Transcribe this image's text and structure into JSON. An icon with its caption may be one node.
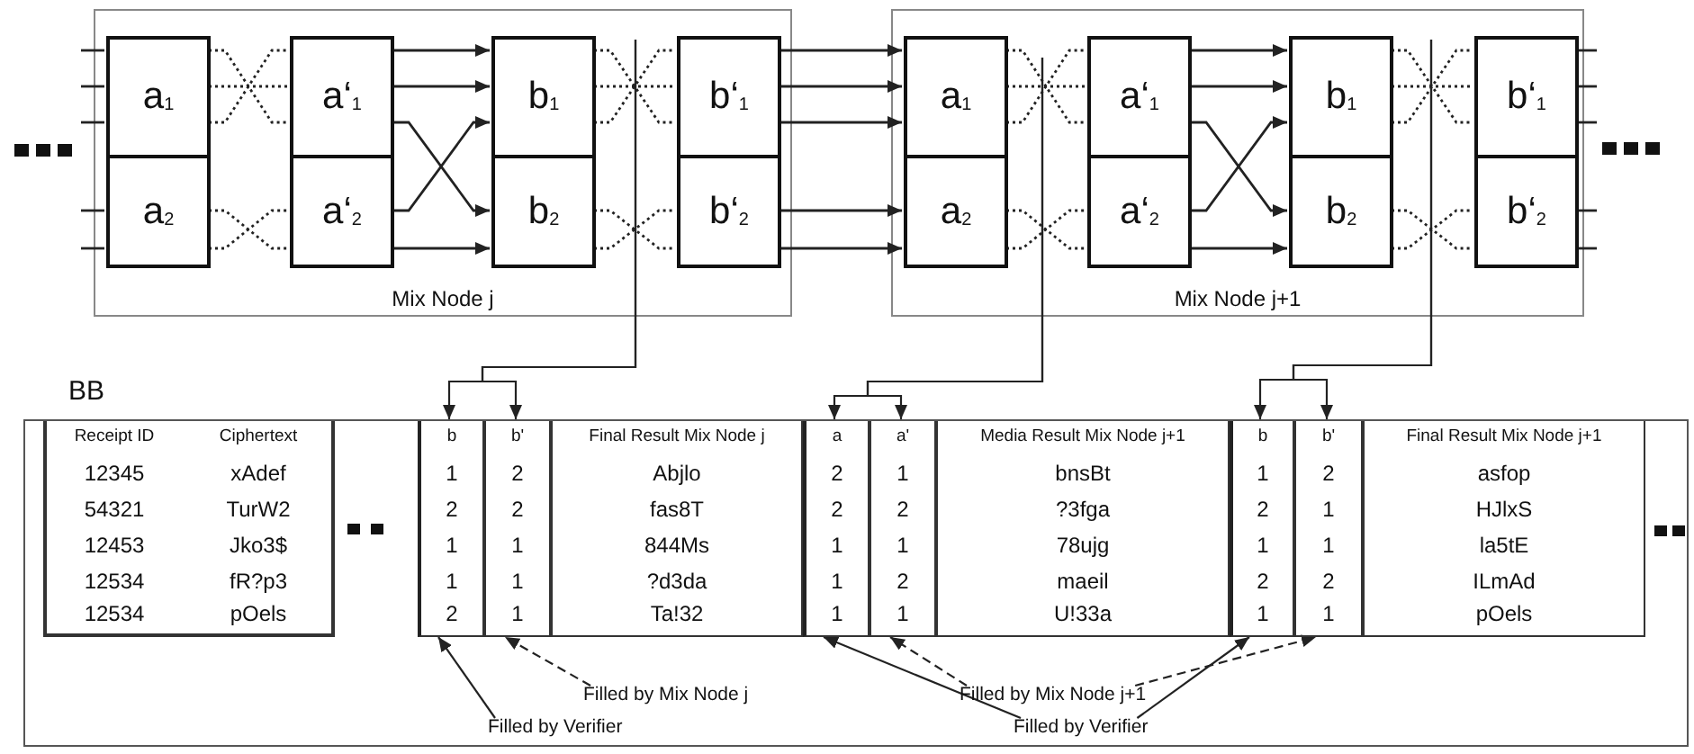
{
  "diagram": {
    "nodes": [
      {
        "text": [
          "Mix Node j"
        ]
      },
      {
        "text": [
          "a$_{1}$"
        ],
        "in": 0
      },
      {
        "text": [
          "a$_{2}$"
        ],
        "in": 0
      },
      {
        "text": [
          "a‘$_{1}$"
        ],
        "in": 0
      },
      {
        "text": [
          "a‘$_{2}$"
        ],
        "in": 0
      },
      {
        "text": [
          "b$_{1}$"
        ],
        "in": 0
      },
      {
        "text": [
          "b$_{2}$"
        ],
        "in": 0
      },
      {
        "text": [
          "b‘$_{1}$"
        ],
        "in": 0
      },
      {
        "text": [
          "b‘$_{2}$"
        ],
        "in": 0
      },
      {
        "text": [
          "Mix Node j+1"
        ]
      },
      {
        "text": [
          "a$_{1}$"
        ],
        "in": 9
      },
      {
        "text": [
          "a$_{2}$"
        ],
        "in": 9
      },
      {
        "text": [
          "a‘$_{1}$"
        ],
        "in": 9
      },
      {
        "text": [
          "a‘$_{2}$"
        ],
        "in": 9
      },
      {
        "text": [
          "b$_{1}$"
        ],
        "in": 9
      },
      {
        "text": [
          "b$_{2}$"
        ],
        "in": 9
      },
      {
        "text": [
          "b‘$_{1}$"
        ],
        "in": 9
      },
      {
        "text": [
          "b‘$_{2}$"
        ],
        "in": 9
      },
      {
        "text": [
          "BB"
        ]
      },
      {
        "text": [
          "Receipt ID",
          "Ciphertext",
          "12345",
          "xAdef",
          "54321",
          "TurW2",
          "12453",
          "Jko3$",
          "12534",
          "fR?p3",
          "12534",
          "pOels"
        ],
        "in": 18
      },
      {
        "text": [
          "b",
          "1",
          "2",
          "1",
          "1",
          "2"
        ],
        "in": 18
      },
      {
        "text": [
          "b'",
          "2",
          "2",
          "1",
          "1",
          "1"
        ],
        "in": 18
      },
      {
        "text": [
          "Final Result Mix Node j",
          "Abjlo",
          "fas8T",
          "844Ms",
          "?d3da",
          "Ta!32"
        ],
        "in": 18
      },
      {
        "text": [
          "a",
          "2",
          "2",
          "1",
          "1",
          "1"
        ],
        "in": 18
      },
      {
        "text": [
          "a'",
          "1",
          "2",
          "1",
          "2",
          "1"
        ],
        "in": 18
      },
      {
        "text": [
          "Media Result Mix Node j+1",
          "bnsBt",
          "?3fga",
          "78ujg",
          "maeil",
          "U!33a"
        ],
        "in": 18
      },
      {
        "text": [
          "b",
          "1",
          "2",
          "1",
          "2",
          "1"
        ],
        "in": 18
      },
      {
        "text": [
          "b'",
          "2",
          "1",
          "1",
          "2",
          "1"
        ],
        "in": 18
      },
      {
        "text": [
          "Final Result Mix Node j+1",
          "asfop",
          "HJlxS",
          "la5tE",
          "ILmAd",
          "pOels"
        ],
        "in": 18
      },
      {
        "text": [
          "Filled by Mix Node j"
        ],
        "in": 18
      },
      {
        "text": [
          "Filled by Verifier"
        ],
        "in": 18
      },
      {
        "text": [
          "Filled by Mix Node j+1"
        ],
        "in": 18
      },
      {
        "text": [
          "Filled by Verifier"
        ],
        "in": 18
      }
    ],
    "edges": [
      {
        "from": null,
        "to": 1,
        "arrow": "none"
      },
      {
        "from": null,
        "to": 1,
        "arrow": "none"
      },
      {
        "from": null,
        "to": 1,
        "arrow": "none"
      },
      {
        "from": null,
        "to": 2,
        "arrow": "none"
      },
      {
        "from": null,
        "to": 2,
        "arrow": "none"
      },
      {
        "from": 1,
        "to": 3,
        "arrow": "none",
        "style": "dashed"
      },
      {
        "from": 1,
        "to": 3,
        "arrow": "none",
        "style": "dashed"
      },
      {
        "from": 1,
        "to": 3,
        "arrow": "none",
        "style": "dashed"
      },
      {
        "from": 2,
        "to": 4,
        "arrow": "none",
        "style": "dashed"
      },
      {
        "from": 2,
        "to": 4,
        "arrow": "none",
        "style": "dashed"
      },
      {
        "from": 3,
        "to": 5,
        "arrow": "to"
      },
      {
        "from": 3,
        "to": 5,
        "arrow": "to"
      },
      {
        "from": 3,
        "to": 6,
        "arrow": "to"
      },
      {
        "from": 4,
        "to": 5,
        "arrow": "to"
      },
      {
        "from": 4,
        "to": 6,
        "arrow": "to"
      },
      {
        "from": 5,
        "to": 7,
        "arrow": "none",
        "style": "dashed"
      },
      {
        "from": 5,
        "to": 7,
        "arrow": "none",
        "style": "dashed"
      },
      {
        "from": 5,
        "to": 7,
        "arrow": "none",
        "style": "dashed"
      },
      {
        "from": 6,
        "to": 8,
        "arrow": "none",
        "style": "dashed"
      },
      {
        "from": 6,
        "to": 8,
        "arrow": "none",
        "style": "dashed"
      },
      {
        "from": 7,
        "to": 10,
        "arrow": "to"
      },
      {
        "from": 7,
        "to": 10,
        "arrow": "to"
      },
      {
        "from": 7,
        "to": 10,
        "arrow": "to"
      },
      {
        "from": 8,
        "to": 11,
        "arrow": "to"
      },
      {
        "from": 8,
        "to": 11,
        "arrow": "to"
      },
      {
        "from": 10,
        "to": 12,
        "arrow": "none",
        "style": "dashed"
      },
      {
        "from": 10,
        "to": 12,
        "arrow": "none",
        "style": "dashed"
      },
      {
        "from": 10,
        "to": 12,
        "arrow": "none",
        "style": "dashed"
      },
      {
        "from": 11,
        "to": 13,
        "arrow": "none",
        "style": "dashed"
      },
      {
        "from": 11,
        "to": 13,
        "arrow": "none",
        "style": "dashed"
      },
      {
        "from": 12,
        "to": 14,
        "arrow": "to"
      },
      {
        "from": 12,
        "to": 14,
        "arrow": "to"
      },
      {
        "from": 12,
        "to": 15,
        "arrow": "to"
      },
      {
        "from": 13,
        "to": 14,
        "arrow": "to"
      },
      {
        "from": 13,
        "to": 15,
        "arrow": "to"
      },
      {
        "from": 14,
        "to": 16,
        "arrow": "none",
        "style": "dashed"
      },
      {
        "from": 14,
        "to": 16,
        "arrow": "none",
        "style": "dashed"
      },
      {
        "from": 14,
        "to": 16,
        "arrow": "none",
        "style": "dashed"
      },
      {
        "from": 15,
        "to": 17,
        "arrow": "none",
        "style": "dashed"
      },
      {
        "from": 15,
        "to": 17,
        "arrow": "none",
        "style": "dashed"
      },
      {
        "from": 16,
        "to": null,
        "arrow": "none"
      },
      {
        "from": 16,
        "to": null,
        "arrow": "none"
      },
      {
        "from": 16,
        "to": null,
        "arrow": "none"
      },
      {
        "from": 17,
        "to": null,
        "arrow": "none"
      },
      {
        "from": 17,
        "to": null,
        "arrow": "none"
      },
      {
        "from": 0,
        "to": 20,
        "arrow": "to"
      },
      {
        "from": 0,
        "to": 21,
        "arrow": "to"
      },
      {
        "from": 9,
        "to": 23,
        "arrow": "to"
      },
      {
        "from": 9,
        "to": 24,
        "arrow": "to"
      },
      {
        "from": 9,
        "to": 26,
        "arrow": "to"
      },
      {
        "from": 9,
        "to": 27,
        "arrow": "to"
      },
      {
        "from": 29,
        "to": 21,
        "arrow": "to",
        "style": "dashed"
      },
      {
        "from": 30,
        "to": 20,
        "arrow": "to"
      },
      {
        "from": 31,
        "to": 24,
        "arrow": "to",
        "style": "dashed"
      },
      {
        "from": 31,
        "to": 27,
        "arrow": "to",
        "style": "dashed"
      },
      {
        "from": 32,
        "to": 23,
        "arrow": "to"
      },
      {
        "from": 32,
        "to": 26,
        "arrow": "to"
      }
    ]
  }
}
